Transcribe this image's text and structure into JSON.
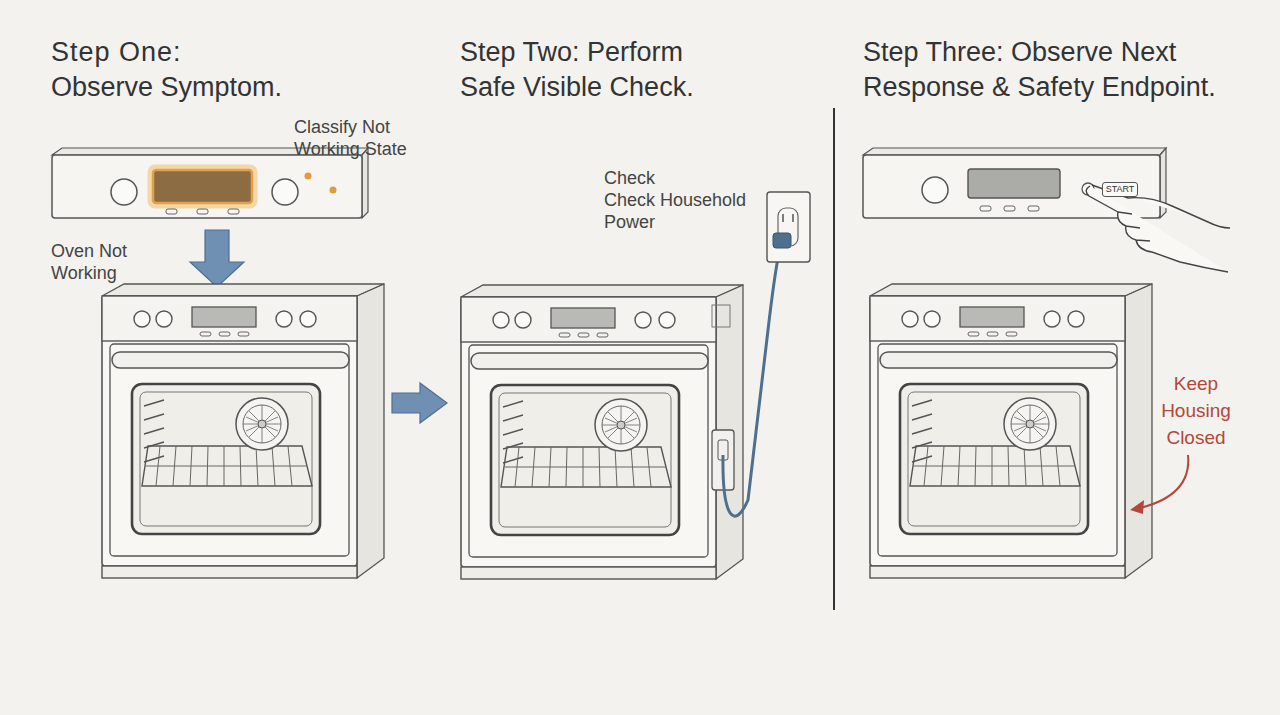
{
  "diagram": {
    "nodes": [
      {
        "text": [
          "START"
        ]
      }
    ],
    "labels": [
      "Step One: Observe Symptom.",
      "Classify Not Working State",
      "Oven Not Working",
      "Step Two: Perform Safe Visible Check.",
      "Check",
      "Check Household Power",
      "Step Three: Observe Next Response & Safety Endpoint.",
      "Keep Housing Closed"
    ]
  }
}
